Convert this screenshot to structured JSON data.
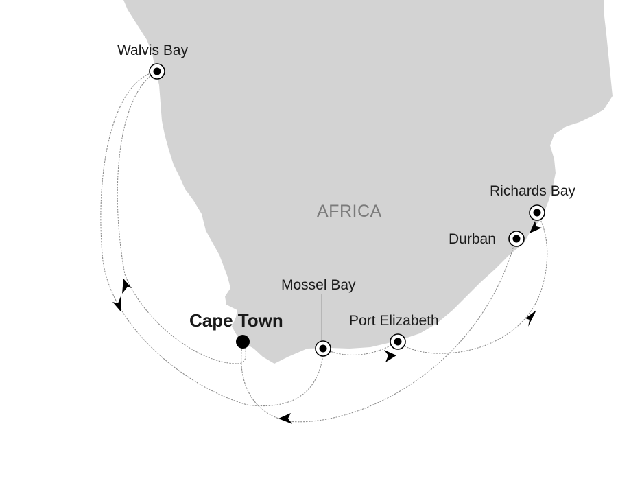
{
  "map": {
    "region_label": "AFRICA",
    "colors": {
      "land": "#d3d3d3",
      "sea": "#ffffff",
      "route": "#8c8c8c",
      "marker": "#000000",
      "text": "#1a1a1a",
      "region_text": "#7a7a7a"
    },
    "ports": [
      {
        "name": "Walvis Bay",
        "kind": "port"
      },
      {
        "name": "Cape Town",
        "kind": "embarkation"
      },
      {
        "name": "Mossel Bay",
        "kind": "port"
      },
      {
        "name": "Port Elizabeth",
        "kind": "port"
      },
      {
        "name": "Durban",
        "kind": "port"
      },
      {
        "name": "Richards Bay",
        "kind": "port"
      }
    ]
  }
}
